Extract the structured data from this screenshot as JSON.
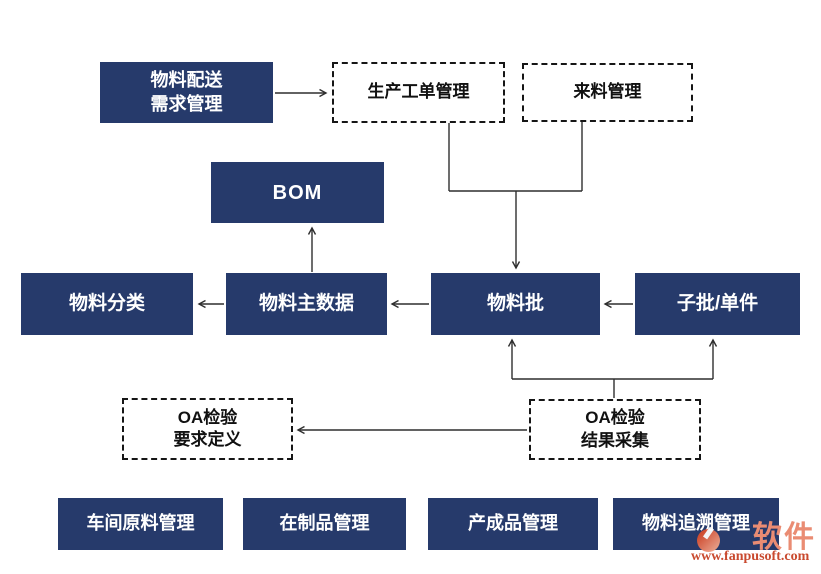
{
  "diagram": {
    "nodes": {
      "material_distribution": {
        "label": "物料配送\n需求管理"
      },
      "production_order": {
        "label": "生产工单管理"
      },
      "incoming_material": {
        "label": "来料管理"
      },
      "bom": {
        "label": "BOM"
      },
      "material_category": {
        "label": "物料分类"
      },
      "material_master": {
        "label": "物料主数据"
      },
      "material_batch": {
        "label": "物料批"
      },
      "sub_batch": {
        "label": "子批/单件"
      },
      "qa_requirement": {
        "label": "OA检验\n要求定义"
      },
      "qa_result": {
        "label": "OA检验\n结果采集"
      },
      "workshop_raw": {
        "label": "车间原料管理"
      },
      "wip": {
        "label": "在制品管理"
      },
      "finished_goods": {
        "label": "产成品管理"
      },
      "traceability": {
        "label": "物料追溯管理"
      }
    }
  },
  "colors": {
    "node_fill": "#263a6b",
    "node_text": "#ffffff",
    "dashed_border": "#161616",
    "connector": "#2f2f2f",
    "wm_salmon": "#ea8c73",
    "wm_red": "#c94a2f"
  },
  "watermark": {
    "logo_text": "软件",
    "url": "www.fanpusoft.com"
  }
}
